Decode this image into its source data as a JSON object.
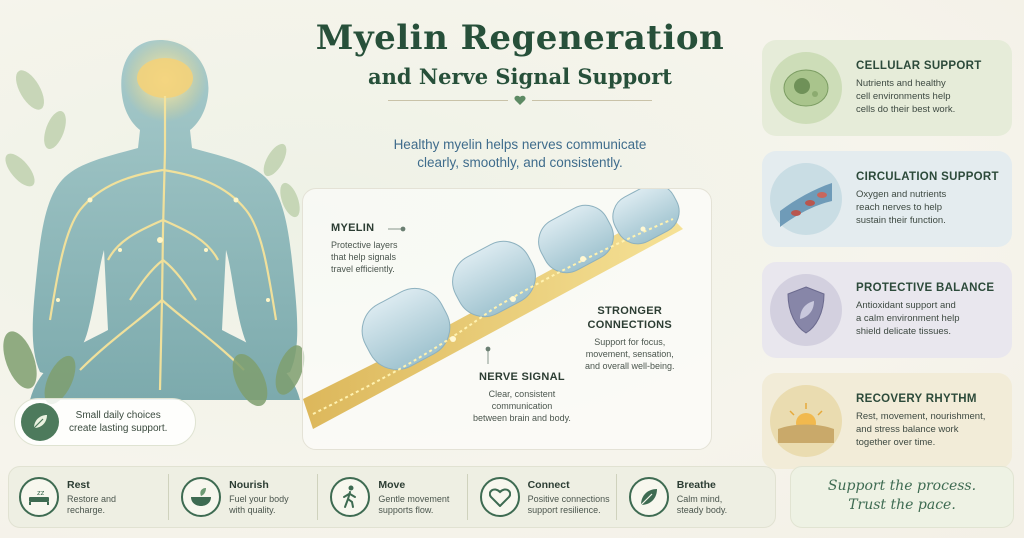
{
  "title": {
    "main": "Myelin Regeneration",
    "sub": "and Nerve Signal Support"
  },
  "intro": {
    "line1": "Healthy myelin helps nerves communicate",
    "line2": "clearly, smoothly, and consistently."
  },
  "diagram": {
    "myelin": {
      "heading": "MYELIN",
      "lines": [
        "Protective layers",
        "that help signals",
        "travel efficiently."
      ]
    },
    "stronger": {
      "heading1": "STRONGER",
      "heading2": "CONNECTIONS",
      "lines": [
        "Support for focus,",
        "movement, sensation,",
        "and overall well-being."
      ]
    },
    "signal": {
      "heading": "NERVE SIGNAL",
      "lines": [
        "Clear, consistent",
        "communication",
        "between brain and body."
      ]
    }
  },
  "badge": {
    "line1": "Small daily choices",
    "line2": "create lasting support."
  },
  "cards": [
    {
      "title": "CELLULAR SUPPORT",
      "lines": [
        "Nutrients and healthy",
        "cell environments help",
        "cells do their best work."
      ],
      "icon": "cell-icon",
      "bg": "#e6ecd9"
    },
    {
      "title": "CIRCULATION SUPPORT",
      "lines": [
        "Oxygen and nutrients",
        "reach nerves to help",
        "sustain their function."
      ],
      "icon": "blood-vessel-icon",
      "bg": "#e4ecef"
    },
    {
      "title": "PROTECTIVE BALANCE",
      "lines": [
        "Antioxidant support and",
        "a calm environment help",
        "shield delicate tissues."
      ],
      "icon": "shield-icon",
      "bg": "#e9e7ee"
    },
    {
      "title": "RECOVERY RHYTHM",
      "lines": [
        "Rest, movement, nourishment,",
        "and stress balance work",
        "together over time."
      ],
      "icon": "sunrise-icon",
      "bg": "#f2ecd8"
    }
  ],
  "habits": [
    {
      "title": "Rest",
      "line1": "Restore and",
      "line2": "recharge.",
      "icon": "sleep-bed-icon"
    },
    {
      "title": "Nourish",
      "line1": "Fuel your body",
      "line2": "with quality.",
      "icon": "bowl-icon"
    },
    {
      "title": "Move",
      "line1": "Gentle movement",
      "line2": "supports flow.",
      "icon": "walking-icon"
    },
    {
      "title": "Connect",
      "line1": "Positive connections",
      "line2": "support resilience.",
      "icon": "heart-icon"
    },
    {
      "title": "Breathe",
      "line1": "Calm mind,",
      "line2": "steady body.",
      "icon": "leaf-icon"
    }
  ],
  "motto": {
    "line1": "Support the process.",
    "line2": "Trust the pace."
  },
  "colors": {
    "primary_green": "#27503a",
    "accent_blue": "#3f6c8c",
    "glow": "#f6d774"
  }
}
